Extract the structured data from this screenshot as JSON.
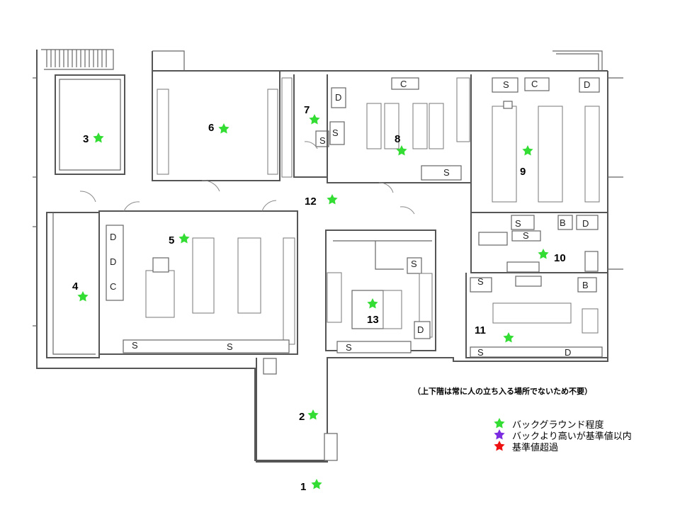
{
  "note": "（上下階は常に人の立ち入る場所でないため不要）",
  "legend": [
    {
      "label": "バックグラウンド程度",
      "color": "#33dd33"
    },
    {
      "label": "バックより高いが基準値以内",
      "color": "#7b2be0"
    },
    {
      "label": "基準値超過",
      "color": "#ee1111"
    }
  ],
  "points": [
    {
      "label": "1",
      "level": "バックグラウンド程度"
    },
    {
      "label": "2",
      "level": "バックグラウンド程度"
    },
    {
      "label": "3",
      "level": "バックグラウンド程度"
    },
    {
      "label": "4",
      "level": "バックグラウンド程度"
    },
    {
      "label": "5",
      "level": "バックグラウンド程度"
    },
    {
      "label": "6",
      "level": "バックグラウンド程度"
    },
    {
      "label": "7",
      "level": "バックグラウンド程度"
    },
    {
      "label": "8",
      "level": "バックグラウンド程度"
    },
    {
      "label": "9",
      "level": "バックグラウンド程度"
    },
    {
      "label": "10",
      "level": "バックグラウンド程度"
    },
    {
      "label": "11",
      "level": "バックグラウンド程度"
    },
    {
      "label": "12",
      "level": "バックグラウンド程度"
    },
    {
      "label": "13",
      "level": "バックグラウンド程度"
    }
  ],
  "equipment_labels": [
    "C",
    "D",
    "S",
    "S",
    "S",
    "S",
    "C",
    "D",
    "S",
    "B",
    "D",
    "S",
    "D",
    "D",
    "C",
    "S",
    "S",
    "S",
    "S",
    "D",
    "S",
    "B",
    "S",
    "D"
  ]
}
